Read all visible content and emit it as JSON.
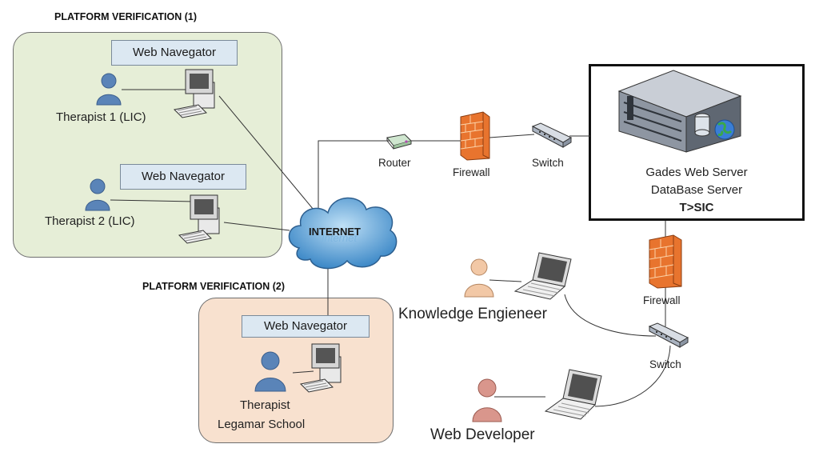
{
  "region_1": {
    "title": "PLATFORM VERIFICATION (1)",
    "nav_1": "Web Navegator",
    "nav_2": "Web Navegator",
    "user_1": "Therapist 1 (LIC)",
    "user_2": "Therapist 2 (LIC)"
  },
  "region_2": {
    "title": "PLATFORM VERIFICATION (2)",
    "nav": "Web Navegator",
    "user_line_1": "Therapist",
    "user_line_2": "Legamar School"
  },
  "cloud": {
    "label": "INTERNET",
    "shadow_label": "Internet"
  },
  "network": {
    "router": "Router",
    "firewall_top": "Firewall",
    "switch_top": "Switch",
    "firewall_right": "Firewall",
    "switch_right": "Switch"
  },
  "server": {
    "line_1": "Gades Web Server",
    "line_2": "DataBase Server",
    "line_3": "T>SIC"
  },
  "people": {
    "knowledge": "Knowledge Engieneer",
    "developer": "Web Developer"
  },
  "colors": {
    "region_1_bg": "#e6eed7",
    "region_2_bg": "#f8e1cf",
    "nav_bg": "#dce8f2",
    "person_blue": "#5a84b8",
    "person_peach": "#f2c8a6",
    "person_pink": "#d9968c",
    "firewall": "#e8742e",
    "cloud": "#5fa3d8"
  }
}
